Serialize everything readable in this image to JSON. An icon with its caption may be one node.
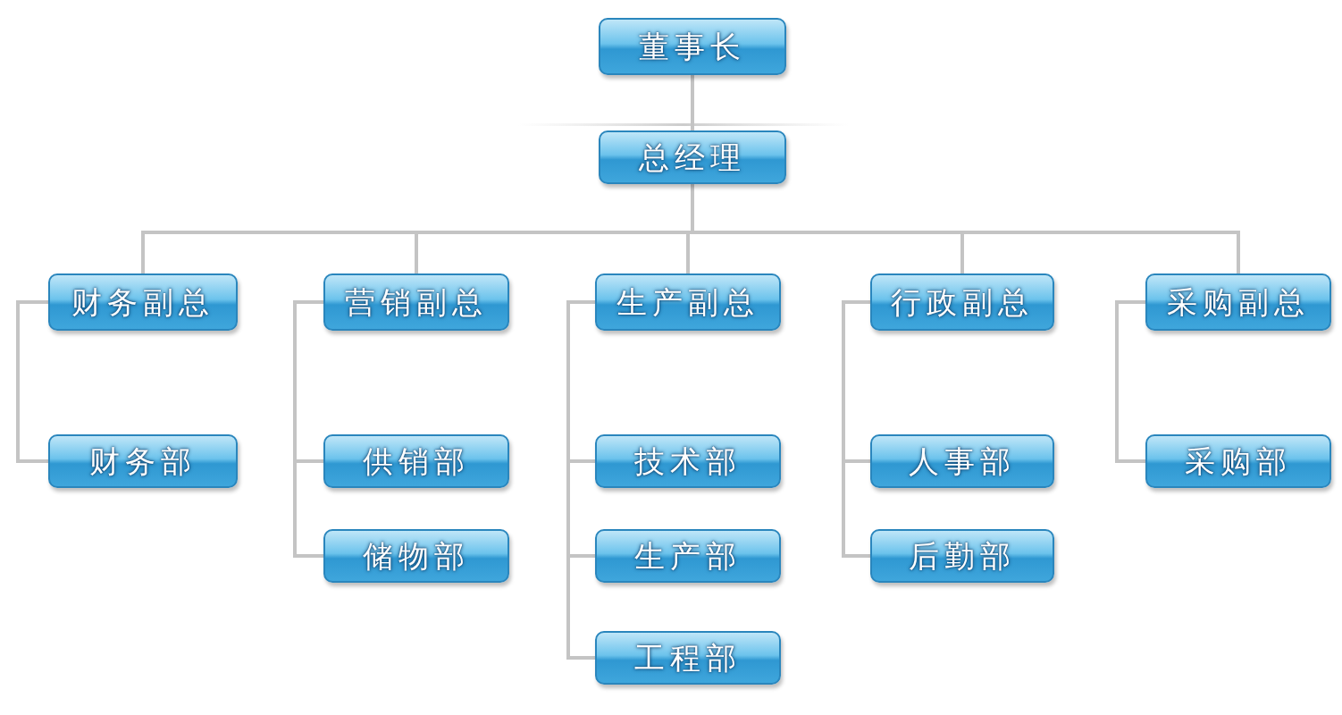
{
  "diagram": {
    "nodes": [
      {
        "text": [
          "董事长"
        ]
      },
      {
        "text": [
          "总经理"
        ]
      },
      {
        "text": [
          "财务副总"
        ]
      },
      {
        "text": [
          "营销副总"
        ]
      },
      {
        "text": [
          "生产副总"
        ]
      },
      {
        "text": [
          "行政副总"
        ]
      },
      {
        "text": [
          "采购副总"
        ]
      },
      {
        "text": [
          "财务部"
        ]
      },
      {
        "text": [
          "供销部"
        ]
      },
      {
        "text": [
          "技术部"
        ]
      },
      {
        "text": [
          "人事部"
        ]
      },
      {
        "text": [
          "采购部"
        ]
      },
      {
        "text": [
          "储物部"
        ]
      },
      {
        "text": [
          "生产部"
        ]
      },
      {
        "text": [
          "后勤部"
        ]
      },
      {
        "text": [
          "工程部"
        ]
      }
    ],
    "edges": [
      {
        "from": 0,
        "to": 1,
        "arrow": "none"
      },
      {
        "from": 1,
        "to": 2,
        "arrow": "none"
      },
      {
        "from": 1,
        "to": 3,
        "arrow": "none"
      },
      {
        "from": 1,
        "to": 4,
        "arrow": "none"
      },
      {
        "from": 1,
        "to": 5,
        "arrow": "none"
      },
      {
        "from": 1,
        "to": 6,
        "arrow": "none"
      },
      {
        "from": 2,
        "to": 7,
        "arrow": "none"
      },
      {
        "from": 3,
        "to": 8,
        "arrow": "none"
      },
      {
        "from": 3,
        "to": 12,
        "arrow": "none"
      },
      {
        "from": 4,
        "to": 9,
        "arrow": "none"
      },
      {
        "from": 4,
        "to": 13,
        "arrow": "none"
      },
      {
        "from": 4,
        "to": 15,
        "arrow": "none"
      },
      {
        "from": 5,
        "to": 10,
        "arrow": "none"
      },
      {
        "from": 5,
        "to": 14,
        "arrow": "none"
      },
      {
        "from": 6,
        "to": 11,
        "arrow": "none"
      }
    ]
  }
}
